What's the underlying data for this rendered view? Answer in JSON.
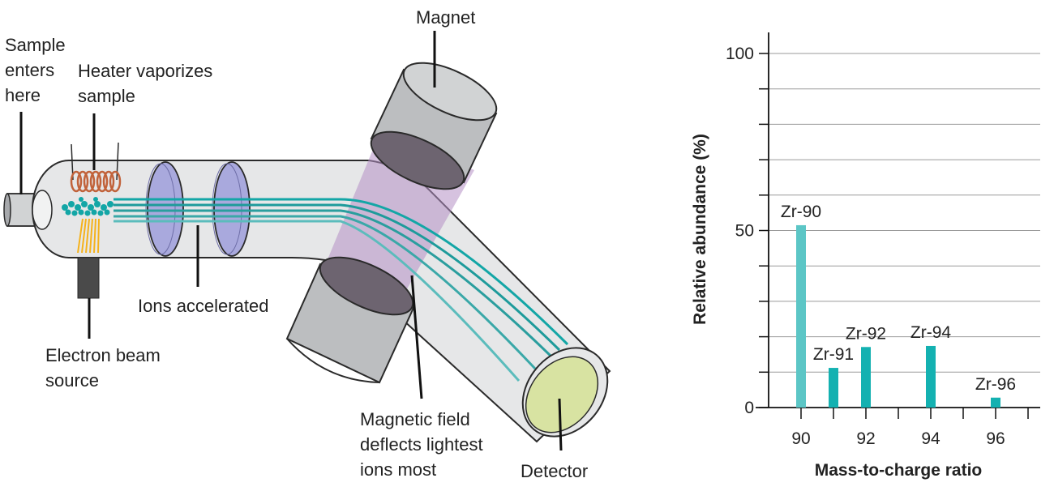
{
  "diagram": {
    "labels": {
      "sample_enters": [
        "Sample",
        "enters",
        "here"
      ],
      "heater": [
        "Heater vaporizes",
        "sample"
      ],
      "magnet": "Magnet",
      "electron_beam": [
        "Electron beam",
        "source"
      ],
      "ions_accelerated": "Ions accelerated",
      "magnetic_field": [
        "Magnetic field",
        "deflects lightest",
        "ions most"
      ],
      "detector": "Detector"
    },
    "colors": {
      "tube_fill": "#e6e7e8",
      "tube_stroke": "#2a2a2a",
      "magnet_fill": "#bcbec0",
      "magnet_face": "#6d6470",
      "field": "#b48fc4",
      "ion_beam": "#13a6a6",
      "plate": "#a9a9dd",
      "coil": "#c1623a",
      "electron": "#f5b21b",
      "detector_face": "#d8e3a2",
      "source": "#4a4a4a"
    }
  },
  "chart_data": {
    "type": "bar",
    "title": "",
    "xlabel": "Mass-to-charge ratio",
    "ylabel": "Relative abundance (%)",
    "x_ticks": [
      90,
      92,
      94,
      96
    ],
    "xlim": [
      89,
      97
    ],
    "ylim": [
      0,
      100
    ],
    "y_ticks": [
      0,
      50,
      100
    ],
    "grid": true,
    "bars": [
      {
        "label": "Zr-90",
        "x": 90,
        "value": 51.5
      },
      {
        "label": "Zr-91",
        "x": 91,
        "value": 11.2
      },
      {
        "label": "Zr-92",
        "x": 92,
        "value": 17.1
      },
      {
        "label": "Zr-94",
        "x": 94,
        "value": 17.4
      },
      {
        "label": "Zr-96",
        "x": 96,
        "value": 2.8
      }
    ],
    "bar_colors": [
      "#5cc6c6",
      "#14b1b1",
      "#14b1b1",
      "#14b1b1",
      "#14b1b1"
    ]
  }
}
